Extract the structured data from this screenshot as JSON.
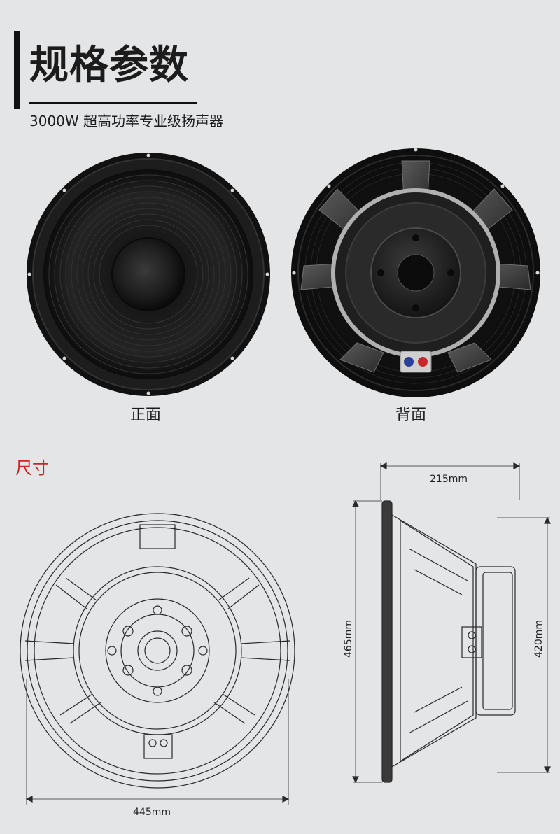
{
  "header": {
    "title": "规格参数",
    "subtitle": "3000W 超高功率专业级扬声器"
  },
  "photos": {
    "front_caption": "正面",
    "back_caption": "背面"
  },
  "dimensions": {
    "section_label": "尺寸",
    "front_width": "445mm",
    "depth": "215mm",
    "overall_height": "465mm",
    "magnet_height": "420mm"
  },
  "colors": {
    "background": "#e4e5e7",
    "section_label": "#c9261d",
    "terminal_positive": "#c8282a",
    "terminal_negative": "#2a3f9a"
  }
}
